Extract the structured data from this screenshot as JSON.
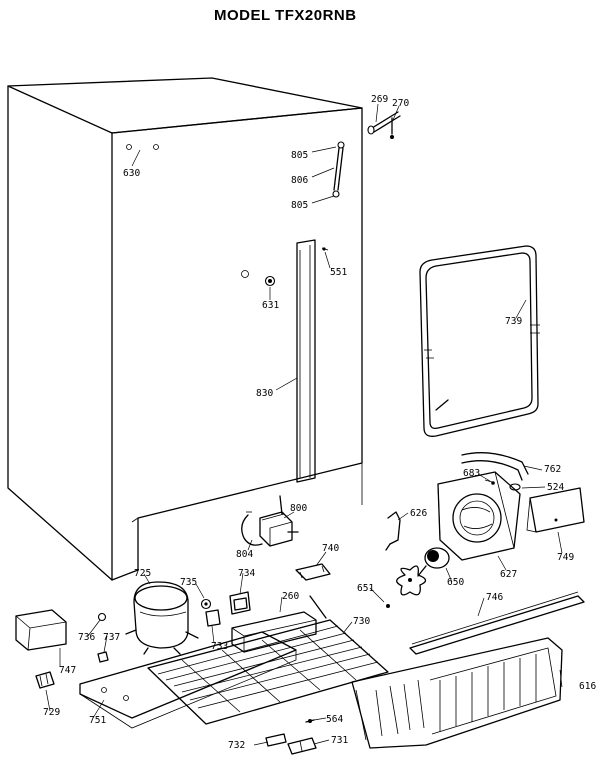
{
  "title": "MODEL TFX20RNB",
  "labels": {
    "p269": "269",
    "p270": "270",
    "p805a": "805",
    "p806": "806",
    "p805b": "805",
    "p630": "630",
    "p551": "551",
    "p631": "631",
    "p739": "739",
    "p830": "830",
    "p683": "683",
    "p762": "762",
    "p524": "524",
    "p800": "800",
    "p626": "626",
    "p804": "804",
    "p740": "740",
    "p749": "749",
    "p627": "627",
    "p725": "725",
    "p735": "735",
    "p734": "734",
    "p651": "651",
    "p650": "650",
    "p260": "260",
    "p746": "746",
    "p736": "736",
    "p737": "737",
    "p733": "733",
    "p730": "730",
    "p747": "747",
    "p616": "616",
    "p729": "729",
    "p751": "751",
    "p564": "564",
    "p732": "732",
    "p731": "731"
  }
}
